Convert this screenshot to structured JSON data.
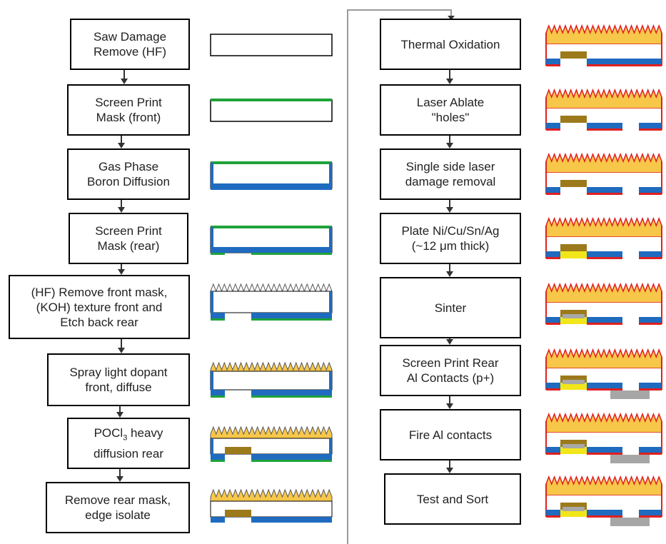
{
  "colors": {
    "box_border": "#000000",
    "arrow": "#333333",
    "connector": "#9a9a9a",
    "boron_green": "#1fa33a",
    "silicon_blue": "#1f6bbf",
    "emitter_yellow": "#f7c74a",
    "contact_brown": "#9c7a1c",
    "oxide_red": "#e0201f",
    "plated_yellow": "#f2e61a",
    "sinter_gray": "#a8a8a8",
    "al_contact_gray": "#a6a6a6"
  },
  "left_steps": [
    {
      "id": "saw-damage",
      "lines": [
        "Saw Damage",
        "Remove (HF)"
      ]
    },
    {
      "id": "print-mask-front",
      "lines": [
        "Screen Print",
        "Mask (front)"
      ]
    },
    {
      "id": "boron-diffusion",
      "lines": [
        "Gas Phase",
        "Boron Diffusion"
      ]
    },
    {
      "id": "print-mask-rear",
      "lines": [
        "Screen Print",
        "Mask (rear)"
      ]
    },
    {
      "id": "texture-front",
      "lines": [
        "(HF) Remove front mask,",
        "(KOH) texture front and",
        "Etch back rear"
      ]
    },
    {
      "id": "spray-dopant",
      "lines": [
        "Spray light dopant",
        "front, diffuse"
      ]
    },
    {
      "id": "pocl3-diffusion",
      "line1_pre": "POCl",
      "line1_sub": "3",
      "line1_post": " heavy",
      "line2": "diffusion rear"
    },
    {
      "id": "remove-rear-mask",
      "lines": [
        "Remove rear mask,",
        "edge isolate"
      ]
    }
  ],
  "right_steps": [
    {
      "id": "thermal-oxidation",
      "lines": [
        "Thermal Oxidation"
      ]
    },
    {
      "id": "laser-ablate",
      "lines": [
        "Laser Ablate",
        "\"holes\""
      ]
    },
    {
      "id": "laser-damage-removal",
      "lines": [
        "Single side laser",
        "damage removal"
      ]
    },
    {
      "id": "plate-metals",
      "lines": [
        "Plate Ni/Cu/Sn/Ag",
        "(~12 μm thick)"
      ]
    },
    {
      "id": "sinter",
      "lines": [
        "Sinter"
      ]
    },
    {
      "id": "print-al-contacts",
      "lines": [
        "Screen Print Rear",
        "Al Contacts (p+)"
      ]
    },
    {
      "id": "fire-al-contacts",
      "lines": [
        "Fire Al contacts"
      ]
    },
    {
      "id": "test-and-sort",
      "lines": [
        "Test and Sort"
      ]
    }
  ]
}
